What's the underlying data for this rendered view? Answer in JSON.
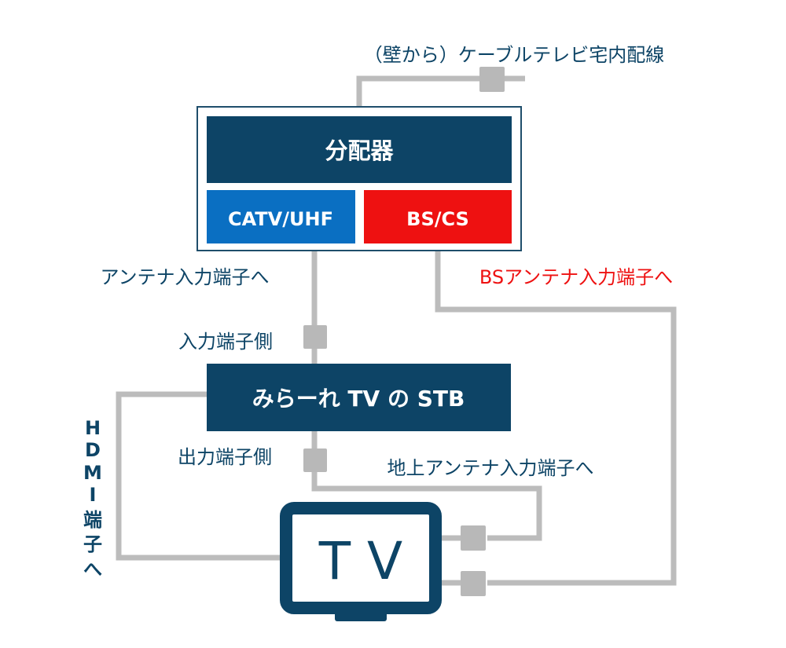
{
  "labels": {
    "source": "（壁から）ケーブルテレビ宅内配線",
    "splitter": "分配器",
    "catv": "CATV/UHF",
    "bscs": "BS/CS",
    "to_antenna": "アンテナ入力端子へ",
    "to_bs_antenna": "BSアンテナ入力端子へ",
    "input_side": "入力端子側",
    "stb": "みらーれ TV の STB",
    "output_side": "出力端子側",
    "to_terrestrial": "地上アンテナ入力端子へ",
    "hdmi_vertical": [
      "H",
      "D",
      "M",
      "I",
      "端",
      "子",
      "へ"
    ],
    "tv": "T V"
  },
  "colors": {
    "navy": "#0d4466",
    "blue": "#0a6fc2",
    "red": "#ee1111",
    "cable": "#bcbcbc",
    "frame": "#1f4e6b"
  }
}
